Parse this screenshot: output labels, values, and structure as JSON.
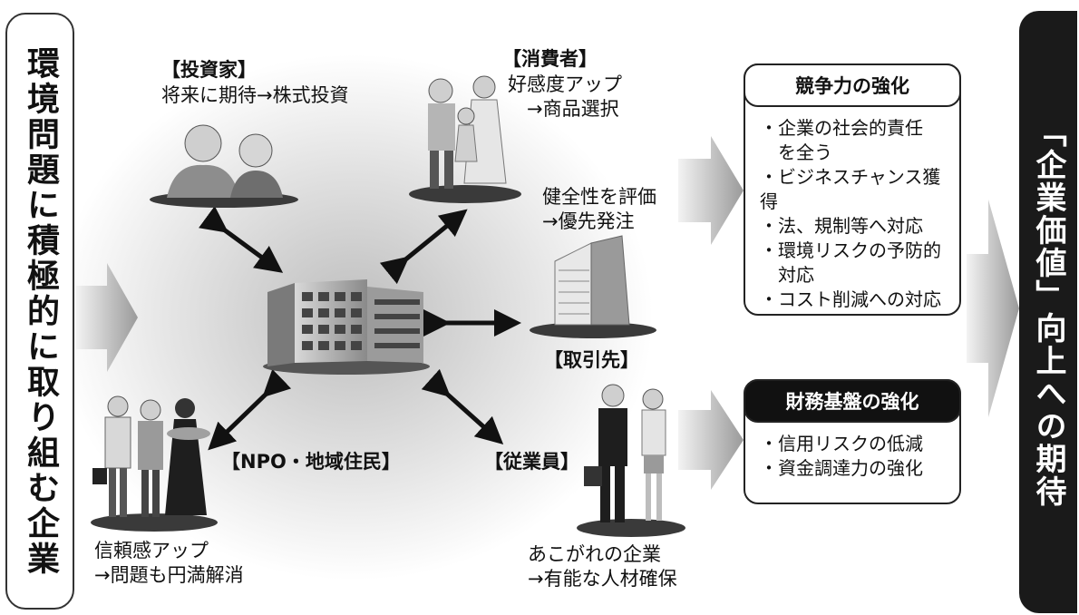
{
  "left_label": "環境問題に積極的に取り組む企業",
  "right_label": "「企業価値」向上への期待",
  "stakeholders": {
    "investor": {
      "title": "【投資家】",
      "desc": "将来に期待→株式投資"
    },
    "consumer": {
      "title": "【消費者】",
      "desc": "好感度アップ\n　→商品選択"
    },
    "supplier": {
      "title": "【取引先】",
      "desc": "健全性を評価\n→優先発注"
    },
    "npo": {
      "title": "【NPO・地域住民】",
      "desc": "信頼感アップ\n→問題も円満解消"
    },
    "employee": {
      "title": "【従業員】",
      "desc": "あこがれの企業\n→有能な人材確保"
    }
  },
  "panel_competitiveness": {
    "title": "競争力の強化",
    "items": [
      "・企業の社会的責任",
      "　を全う",
      "・ビジネスチャンス獲得",
      "・法、規制等へ対応",
      "・環境リスクの予防的",
      "　対応",
      "・コスト削減への対応"
    ]
  },
  "panel_finance": {
    "title": "財務基盤の強化",
    "items": [
      "・信用リスクの低減",
      "・資金調達力の強化"
    ]
  }
}
